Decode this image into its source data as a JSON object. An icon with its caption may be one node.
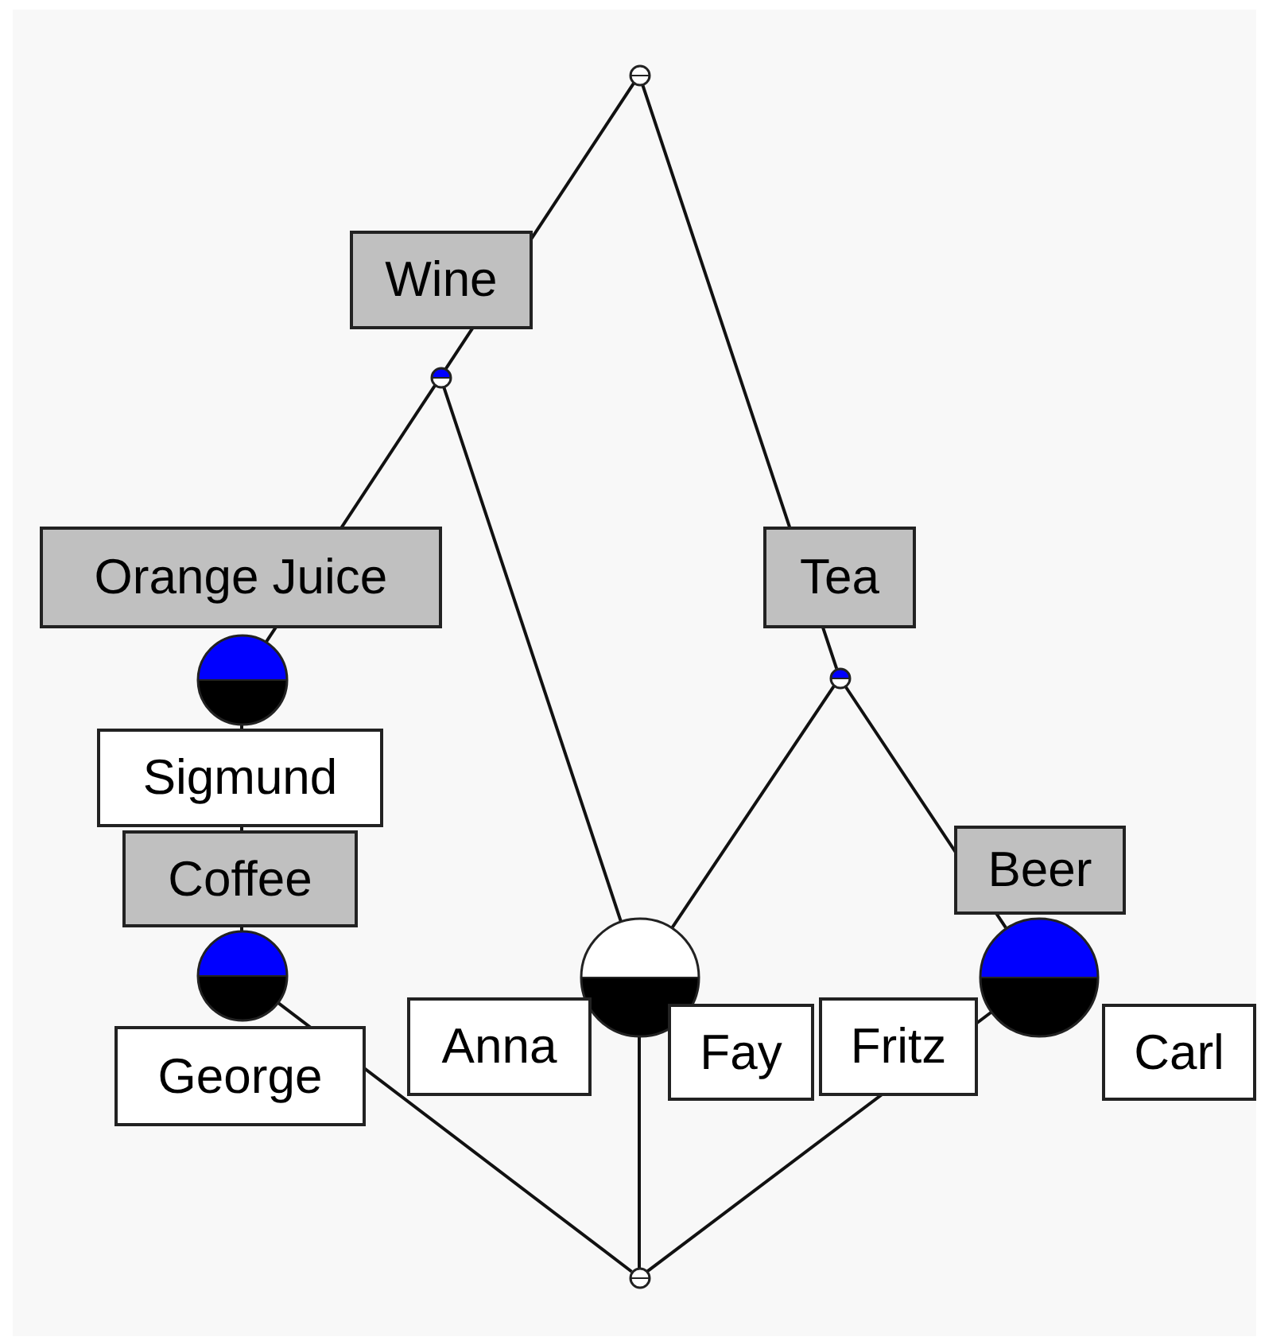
{
  "diagram": {
    "nodes": [
      {
        "text": [],
        "shape": "circle"
      },
      {
        "text": [],
        "shape": "circle",
        "beside": [
          "Wine"
        ]
      },
      {
        "text": [],
        "shape": "circle",
        "beside": [
          "Orange Juice",
          "Sigmund"
        ]
      },
      {
        "text": [],
        "shape": "circle",
        "beside": [
          "Tea"
        ]
      },
      {
        "text": [],
        "shape": "circle",
        "beside": [
          "Coffee",
          "George"
        ]
      },
      {
        "text": [],
        "shape": "circle",
        "beside": [
          "Anna",
          "Fay"
        ]
      },
      {
        "text": [],
        "shape": "circle",
        "beside": [
          "Beer",
          "Fritz",
          "Carl"
        ]
      },
      {
        "text": [],
        "shape": "circle"
      }
    ],
    "edges": [
      {
        "from": 0,
        "to": 1,
        "arrow": "none"
      },
      {
        "from": 0,
        "to": 3,
        "arrow": "none"
      },
      {
        "from": 1,
        "to": 2,
        "arrow": "none"
      },
      {
        "from": 1,
        "to": 5,
        "arrow": "none"
      },
      {
        "from": 3,
        "to": 5,
        "arrow": "none"
      },
      {
        "from": 3,
        "to": 6,
        "arrow": "none"
      },
      {
        "from": 2,
        "to": 4,
        "arrow": "none"
      },
      {
        "from": 4,
        "to": 7,
        "arrow": "none"
      },
      {
        "from": 5,
        "to": 7,
        "arrow": "none"
      },
      {
        "from": 6,
        "to": 7,
        "arrow": "none"
      }
    ]
  }
}
